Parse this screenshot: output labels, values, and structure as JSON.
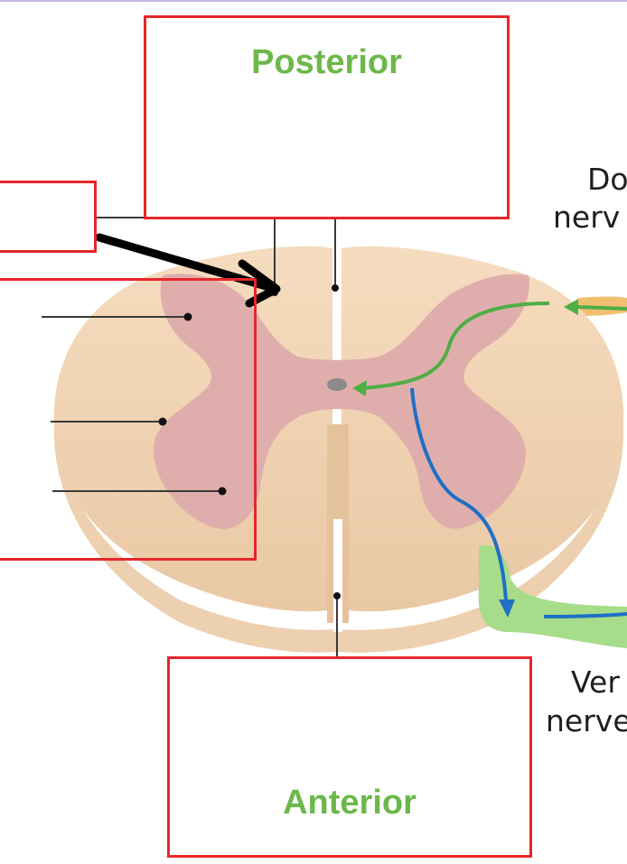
{
  "labels": {
    "posterior": "Posterior",
    "anterior": "Anterior",
    "dorsal_line1": "Do",
    "dorsal_line2": "nerv",
    "ventral_line1": "Ver",
    "ventral_line2": "nerve"
  },
  "colors": {
    "white_matter": "#f6dcbf",
    "gray_matter": "#dfaeac",
    "central_canal": "#8a8a8a",
    "sensory_arrow": "#4fae45",
    "motor_arrow": "#1f6fc6",
    "ventral_root": "#a6dc8a",
    "dorsal_root": "#f0c070",
    "label_box_border": "#e8262a",
    "pointer_arrow": "#000000",
    "orientation_text": "#6cb84a"
  },
  "icons": {
    "pointer": "black-arrow-icon",
    "sensory_path": "green-arrow-icon",
    "motor_path": "blue-arrow-icon"
  }
}
